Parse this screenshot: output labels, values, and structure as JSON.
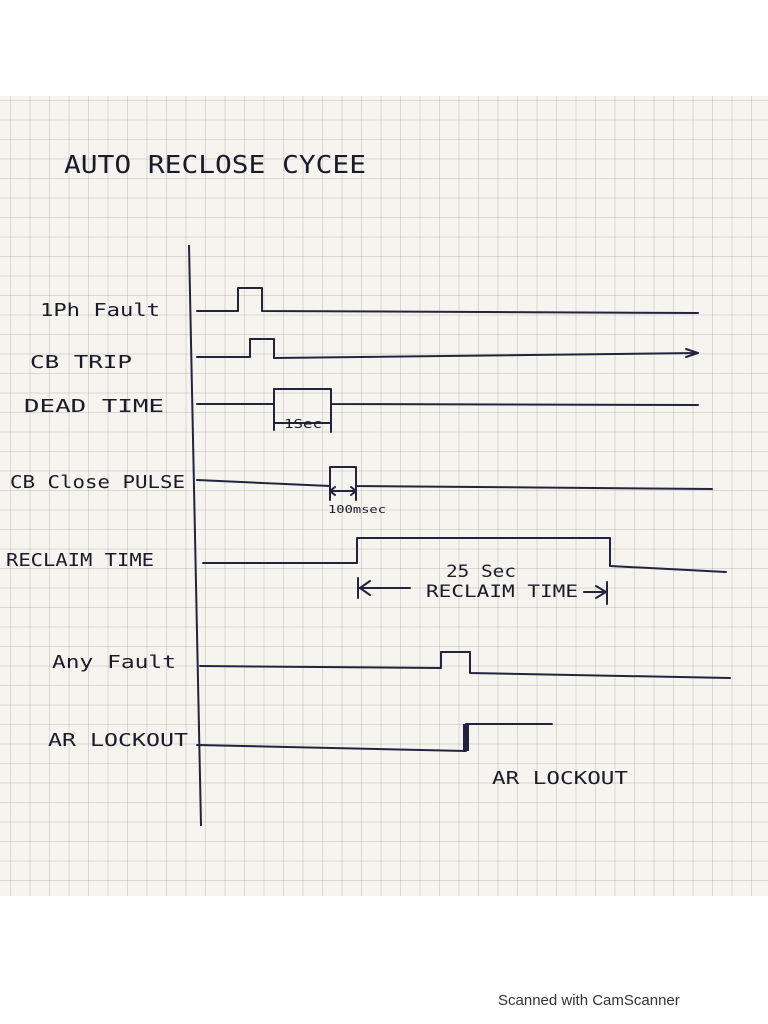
{
  "title": "AUTO RECLOSE CYCEE",
  "signals": [
    {
      "id": "ph-fault",
      "label": "1Ph Fault"
    },
    {
      "id": "cb-trip",
      "label": "CB TRIP"
    },
    {
      "id": "dead-time",
      "label": "DEAD TIME"
    },
    {
      "id": "cb-close-pulse",
      "label": "CB Close PULSE"
    },
    {
      "id": "reclaim-time",
      "label": "RECLAIM TIME"
    },
    {
      "id": "any-fault",
      "label": "Any Fault"
    },
    {
      "id": "ar-lockout",
      "label": "AR LOCKOUT"
    }
  ],
  "annotations": {
    "dead_time": "1Sec",
    "close_pulse": "100msec",
    "reclaim_value": "25 Sec",
    "reclaim_label": "RECLAIM TIME",
    "lockout": "AR LOCKOUT"
  },
  "footer": "Scanned with CamScanner",
  "colors": {
    "ink": "#23233f",
    "paper": "#f6f4ee",
    "grid": "#b4b4b4"
  }
}
